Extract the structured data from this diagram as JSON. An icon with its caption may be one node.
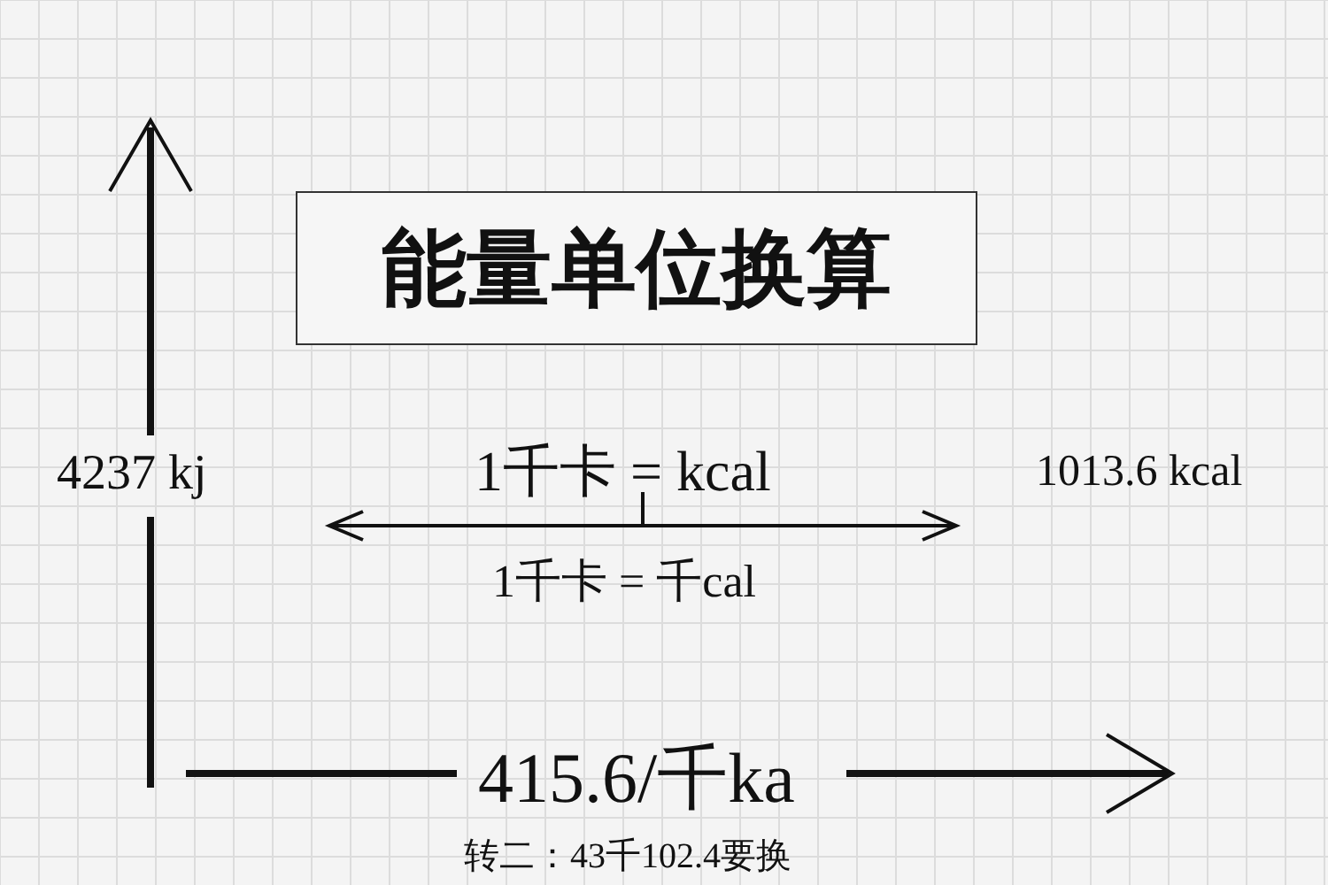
{
  "diagram": {
    "nodes": [
      {
        "text": [
          "能量单位换算"
        ]
      }
    ],
    "labels": [
      "4237 kj",
      "1千卡 = kcal",
      "1013.6 kcal",
      "1千卡 = 千cal",
      "415.6/千ka",
      "转二：43千102.4要换"
    ]
  }
}
